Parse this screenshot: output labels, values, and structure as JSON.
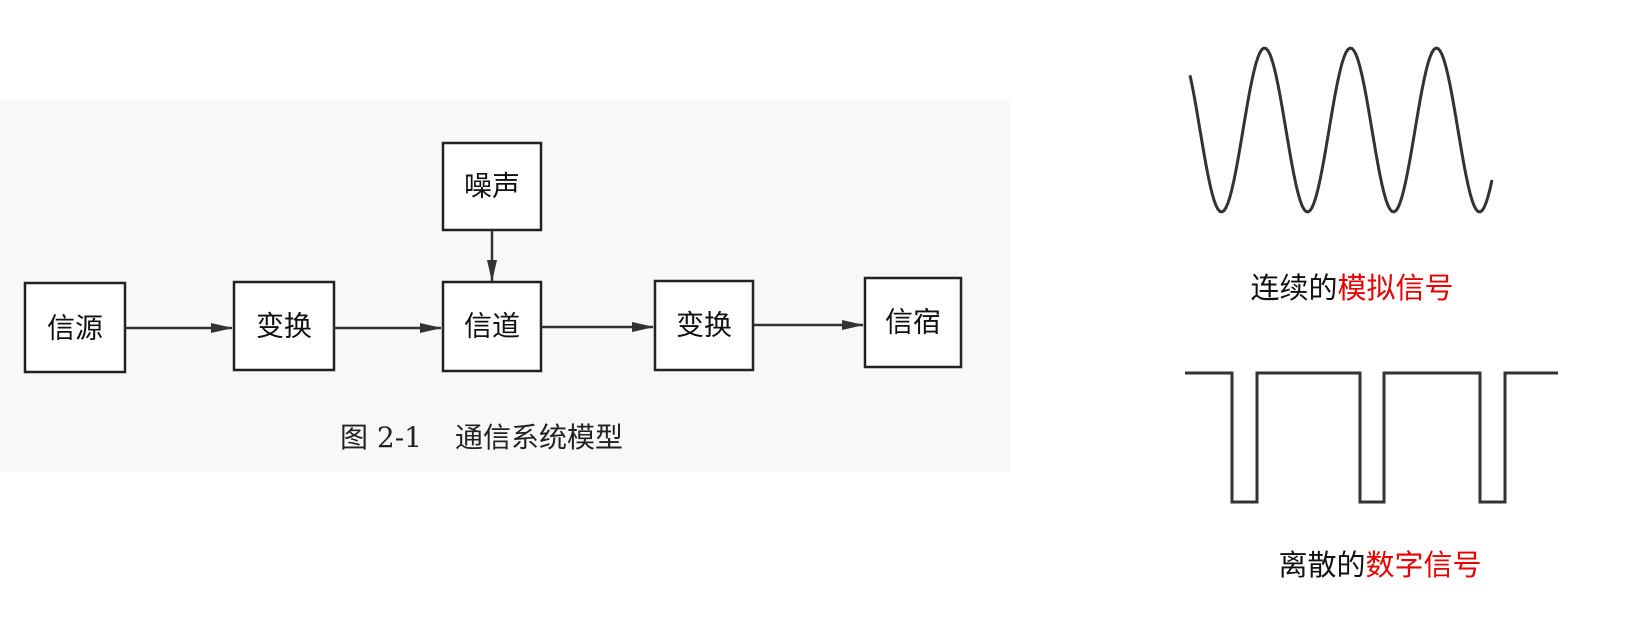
{
  "diagram": {
    "blocks": {
      "source": "信源",
      "transform1": "变换",
      "channel": "信道",
      "noise": "噪声",
      "transform2": "变换",
      "sink": "信宿"
    },
    "caption_number": "图 2-1",
    "caption_title": "通信系统模型"
  },
  "signals": {
    "analog": {
      "prefix": "连续的",
      "highlight": "模拟信号"
    },
    "digital": {
      "prefix": "离散的",
      "highlight": "数字信号"
    },
    "highlight_color": "#e60000"
  }
}
